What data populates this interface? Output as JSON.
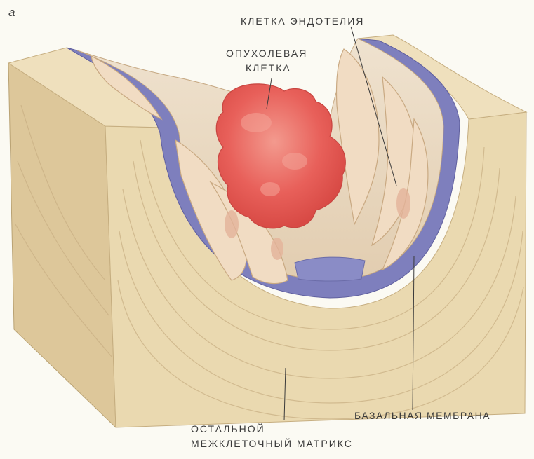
{
  "figure": {
    "panel_letter": "а",
    "labels": {
      "endothelial_cell": "КЛЕТКА ЭНДОТЕЛИЯ",
      "tumor_cell_line1": "ОПУХОЛЕВАЯ",
      "tumor_cell_line2": "КЛЕТКА",
      "basement_membrane": "БАЗАЛЬНАЯ МЕМБРАНА",
      "matrix_line1": "ОСТАЛЬНОЙ",
      "matrix_line2": "МЕЖКЛЕТОЧНЫЙ МАТРИКС"
    },
    "colors": {
      "background": "#fbfaf3",
      "tissue": "#ead9b0",
      "tissue_dark": "#d8c08f",
      "membrane": "#7e7fbd",
      "endothelium": "#f1dcc3",
      "tumor": "#e8605a",
      "label_text": "#3a3a3a"
    }
  }
}
